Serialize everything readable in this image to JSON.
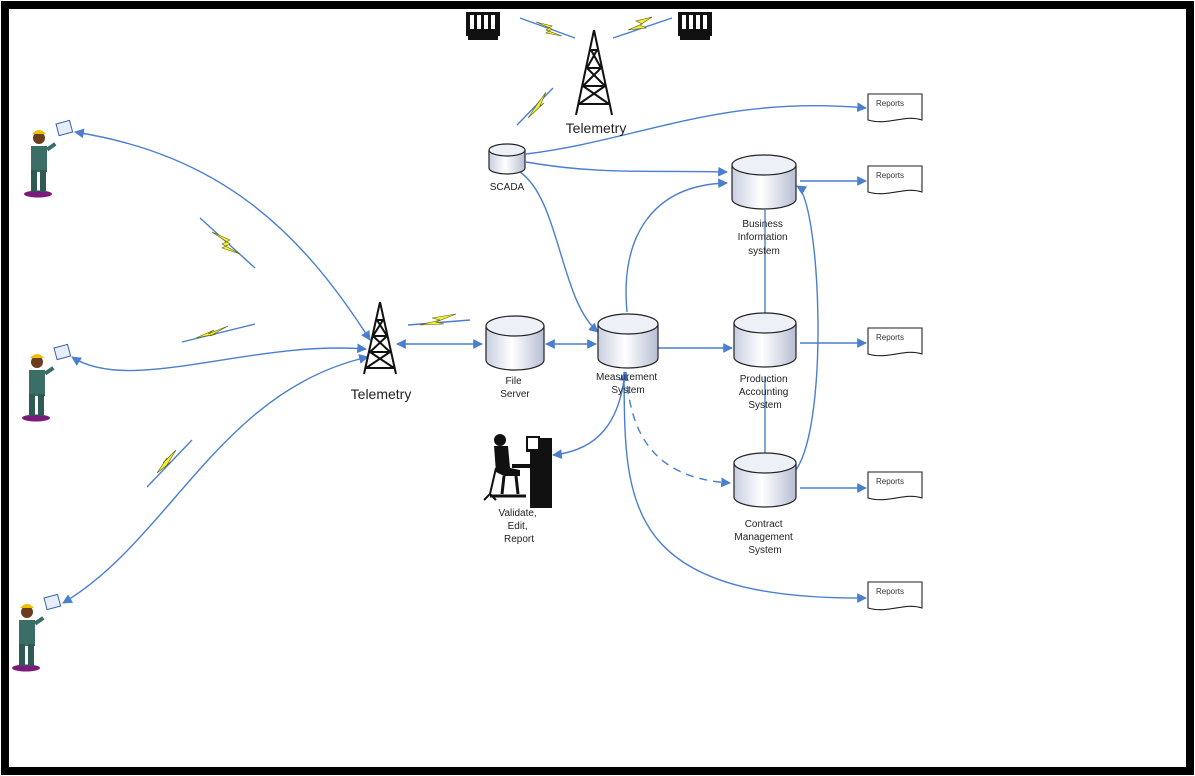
{
  "telemetry_top": "Telemetry",
  "telemetry_left": "Telemetry",
  "scada": "SCADA",
  "file_server": [
    "File",
    "Server"
  ],
  "measurement": [
    "Measurement",
    "System"
  ],
  "business": [
    "Business",
    "Information",
    "system"
  ],
  "production": [
    "Production",
    "Accounting",
    "System"
  ],
  "contract": [
    "Contract",
    "Management",
    "System"
  ],
  "operator": [
    "Validate,",
    "Edit,",
    "Report"
  ],
  "reports": [
    "Reports",
    "Reports",
    "Reports",
    "Reports",
    "Reports"
  ],
  "colors": {
    "connector": "#4a7fcf",
    "lightning": "#f2ef3c",
    "cylinder_fill": "#eef0f7"
  }
}
